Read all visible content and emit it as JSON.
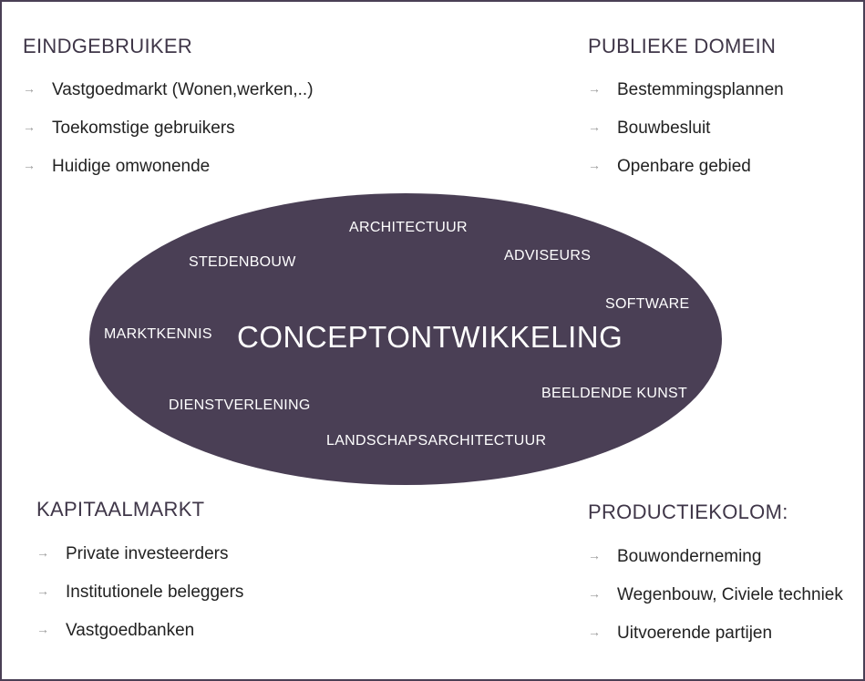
{
  "diagram": {
    "center_label": "CONCEPTONTWIKKELING",
    "ellipse_color": "#4a3f55",
    "ellipse_words": [
      "ARCHITECTUUR",
      "STEDENBOUW",
      "ADVISEURS",
      "SOFTWARE",
      "MARKTKENNIS",
      "BEELDENDE KUNST",
      "DIENSTVERLENING",
      "LANDSCHAPSARCHITECTUUR"
    ]
  },
  "blocks": {
    "top_left": {
      "title": "EINDGEBRUIKER",
      "items": [
        "Vastgoedmarkt (Wonen,werken,..)",
        "Toekomstige gebruikers",
        "Huidige omwonende"
      ]
    },
    "top_right": {
      "title": "PUBLIEKE DOMEIN",
      "items": [
        "Bestemmingsplannen",
        "Bouwbesluit",
        "Openbare gebied"
      ]
    },
    "bottom_left": {
      "title": "KAPITAALMARKT",
      "items": [
        "Private investeerders",
        "Institutionele beleggers",
        "Vastgoedbanken"
      ]
    },
    "bottom_right": {
      "title": "PRODUCTIEKOLOM:",
      "items": [
        "Bouwonderneming",
        "Wegenbouw, Civiele techniek",
        "Uitvoerende partijen"
      ]
    }
  },
  "icons": {
    "bullet": "arrow-right-icon"
  },
  "arrow_glyph": "→"
}
